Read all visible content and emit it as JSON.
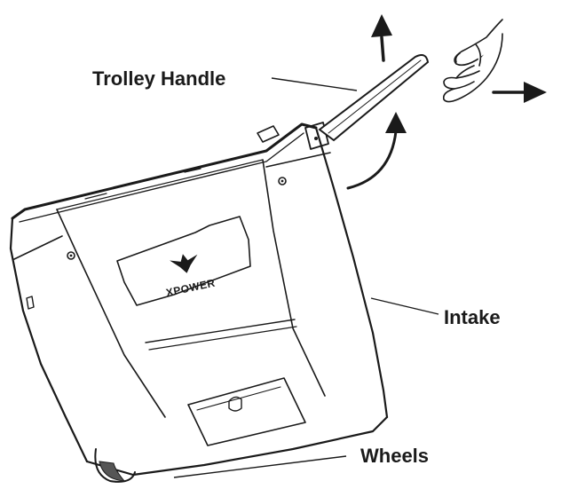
{
  "labels": {
    "trolley_handle": "Trolley Handle",
    "intake": "Intake",
    "wheels": "Wheels"
  },
  "brand": {
    "logo_text": "XPOWER"
  },
  "icons": [
    "up-arrow-icon",
    "right-arrow-icon",
    "hand-icon",
    "curved-arrow-icon"
  ],
  "colors": {
    "ink": "#1a1a1a",
    "background": "#ffffff"
  }
}
